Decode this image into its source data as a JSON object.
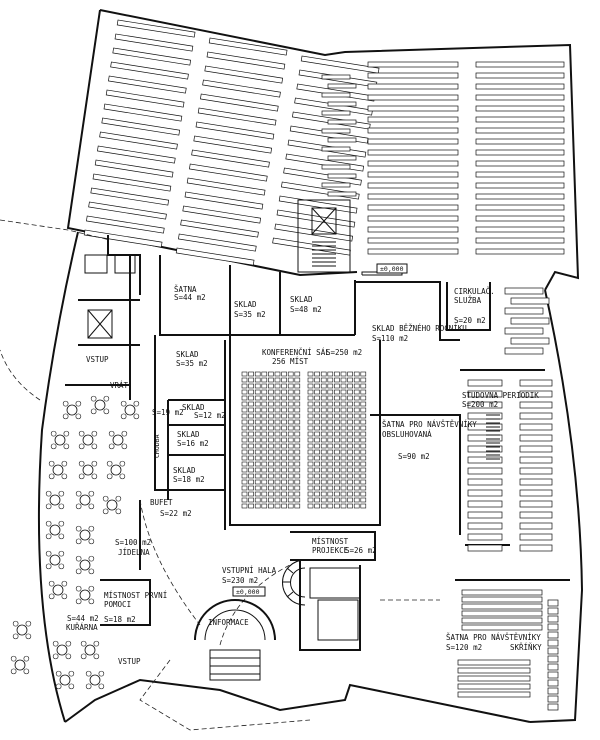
{
  "plan": {
    "level_marker_top": "±0,000",
    "level_marker_hall": "±0,000",
    "rooms": {
      "satna_1": {
        "name": "ŠATNA",
        "area": "S=44 m2"
      },
      "sklad_35a": {
        "name": "SKLAD",
        "area": "S=35 m2"
      },
      "sklad_48": {
        "name": "SKLAD",
        "area": "S=48 m2"
      },
      "sklad_bezneho": {
        "name": "SKLAD BĚŽNÉHO ROČNÍKU",
        "area": "S=110 m2"
      },
      "cirkulacni": {
        "name1": "CIRKULAČ.",
        "name2": "SLUŽBA",
        "area": "S=20 m2"
      },
      "sklad_35b": {
        "name": "SKLAD",
        "area": "S=35 m2"
      },
      "konferencni": {
        "name1": "KONFERENČNÍ SÁL",
        "area": "S=250 m2",
        "name2": "256 MÍST"
      },
      "sklad_19": {
        "area": "S=19 m2"
      },
      "sklad_12": {
        "name": "SKLAD",
        "area": "S=12 m2"
      },
      "sklad_16": {
        "name": "SKLAD",
        "area": "S=16 m2"
      },
      "sklad_18": {
        "name": "SKLAD",
        "area": "S=18 m2"
      },
      "chodba": {
        "name": "CHODBA"
      },
      "satna_obsl": {
        "name1": "ŠATNA PRO NÁVŠTĚVNÍKY",
        "name2": "OBSLUHOVANÁ",
        "area": "S=90 m2"
      },
      "studovna": {
        "name": "STUDOVNA PERIODIK",
        "area": "S=200 m2"
      },
      "bufet": {
        "name": "BUFET",
        "area": "S=22 m2"
      },
      "jidelna": {
        "area": "S=100 m2",
        "name": "JÍDELNA"
      },
      "mistnost_projekce": {
        "name1": "MÍSTNOST",
        "name2": "PROJEKCE",
        "area": "S=26 m2"
      },
      "vstupni_hala": {
        "name": "VSTUPNÍ HALA",
        "area": "S=230 m2"
      },
      "mistnost_pomoci": {
        "name1": "MÍSTNOST PRVNÍ",
        "name2": "POMOCI",
        "area": "S=18 m2"
      },
      "informace": {
        "name": "INFORMACE"
      },
      "satna_skrinky": {
        "name1": "ŠATNA PRO NÁVŠTĚVNÍKY",
        "area": "S=120 m2",
        "name2": "SKŘÍŇKY"
      },
      "kuracka": {
        "area": "S=44 m2",
        "name": "KUŘÁRNA"
      },
      "vstup_1": {
        "name": "VSTUP"
      },
      "vstup_2": {
        "name": "VSTUP"
      },
      "vratnice": {
        "name": "VRÁT."
      }
    }
  }
}
